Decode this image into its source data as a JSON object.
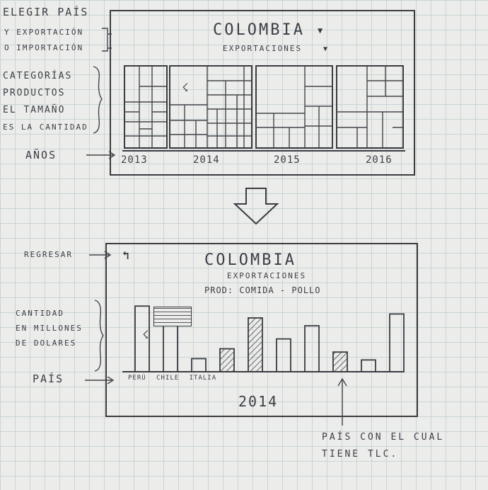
{
  "left_annotations_top": {
    "elegir_pais": "ELEGIR PAÍS",
    "exportacion": "Y EXPORTACIÓN",
    "importacion": "O IMPORTACIÓN",
    "categorias": [
      "CATEGORÍAS",
      "PRODUCTOS",
      "EL TAMAÑO",
      "ES LA CANTIDAD"
    ],
    "anos": "AÑOS"
  },
  "top_panel": {
    "country": "COLOMBIA",
    "mode": "EXPORTACIONES",
    "years": [
      "2013",
      "2014",
      "2015",
      "2016"
    ]
  },
  "left_annotations_bottom": {
    "regresar": "REGRESAR",
    "cantidad": [
      "CANTIDAD",
      "EN MILLONES",
      "DE DOLARES"
    ],
    "pais": "PAÍS"
  },
  "bottom_panel": {
    "country": "COLOMBIA",
    "mode": "EXPORTACIONES",
    "product": "PROD: COMIDA - POLLO",
    "year": "2014",
    "x_labels": [
      "PERÚ",
      "CHILE",
      "ITALIA"
    ]
  },
  "bottom_note": [
    "PAÍS CON EL CUAL",
    "TIENE TLC."
  ],
  "chart_data": {
    "type": "bar",
    "title": "COLOMBIA",
    "subtitle": "PROD: COMIDA - POLLO",
    "xlabel": "PAÍS",
    "ylabel": "CANTIDAD EN MILLONES DE DOLARES",
    "categories": [
      "PERÚ",
      "CHILE",
      "ITALIA",
      "",
      "",
      "",
      "",
      "",
      "",
      ""
    ],
    "values": [
      100,
      88,
      20,
      35,
      82,
      50,
      70,
      30,
      18,
      88
    ],
    "tlc": [
      false,
      false,
      false,
      true,
      true,
      false,
      false,
      true,
      false,
      false
    ],
    "ylim": [
      0,
      110
    ],
    "grid": false,
    "colors": {
      "ink": "#3b3b40",
      "hatch": "#44444a"
    }
  }
}
